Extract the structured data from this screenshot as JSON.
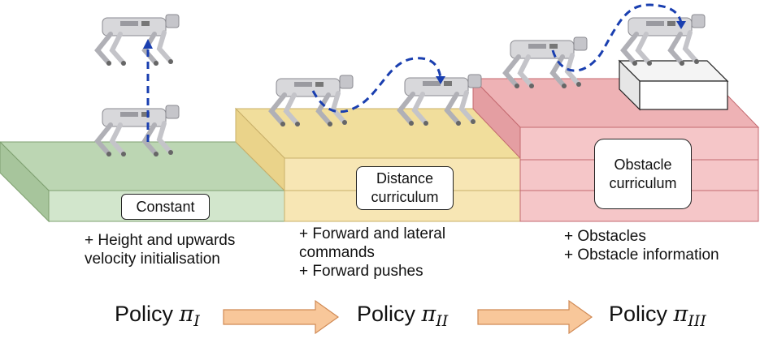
{
  "stages": [
    {
      "box_label": "Constant",
      "additions": [
        "+ Height and upwards",
        "velocity initialisation"
      ],
      "policy_word": "Policy",
      "policy_symbol": "π",
      "policy_sub": "I",
      "color": "#cfe3c9"
    },
    {
      "box_label_line1": "Distance",
      "box_label_line2": "curriculum",
      "additions": [
        "+ Forward and lateral",
        "commands",
        "+ Forward pushes"
      ],
      "policy_word": "Policy",
      "policy_symbol": "π",
      "policy_sub": "II",
      "color": "#f6e5b4"
    },
    {
      "box_label_line1": "Obstacle",
      "box_label_line2": "curriculum",
      "additions": [
        "+ Obstacles",
        "+ Obstacle information"
      ],
      "policy_word": "Policy",
      "policy_symbol": "π",
      "policy_sub": "III",
      "color": "#f4c6c8"
    }
  ],
  "icons": [
    "robot-dog-icon",
    "arrow-icon"
  ],
  "colors": {
    "trajectory": "#1a3fb0",
    "arrow_fill": "#f8c79a",
    "arrow_stroke": "#d08a55"
  }
}
